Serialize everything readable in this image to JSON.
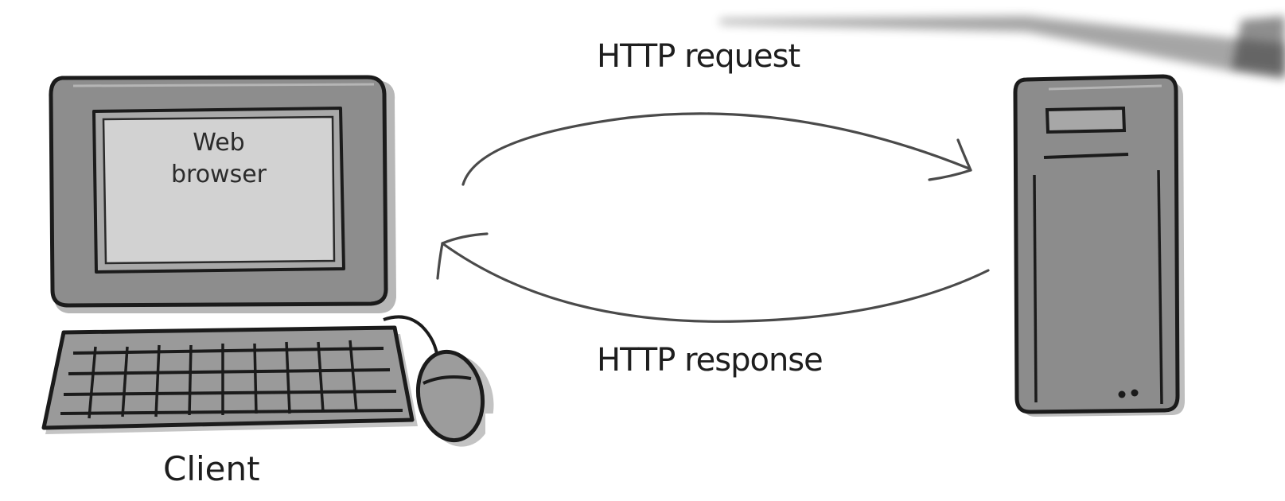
{
  "diagram": {
    "screen_label_line1": "Web",
    "screen_label_line2": "browser",
    "client_label": "Client",
    "request_label": "HTTP request",
    "response_label": "HTTP response"
  },
  "colors": {
    "outline": "#1b1b1b",
    "body_gray": "#8d8d8d",
    "screen_gray": "#d2d2d2",
    "arrow": "#4a4a4a",
    "text": "#1e1e1e"
  }
}
